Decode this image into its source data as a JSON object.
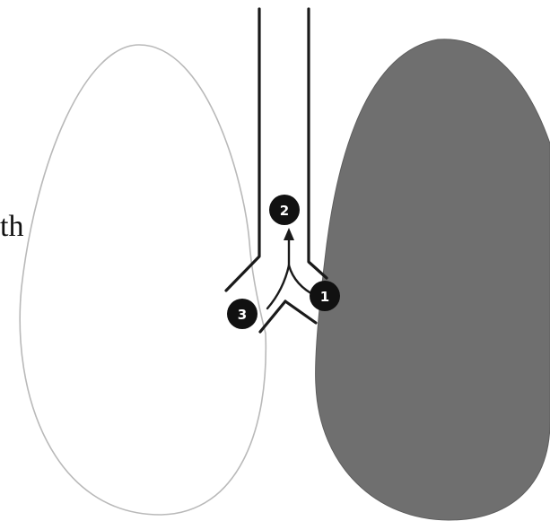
{
  "side_text": "th",
  "markers": [
    "2",
    "1",
    "3"
  ],
  "colors": {
    "left_lung_fill": "#ffffff",
    "left_lung_outline": "#b9b9b9",
    "right_lung_fill": "#6f6f6f",
    "airway": "#1a1a1a",
    "marker_fill": "#111111",
    "marker_text": "#ffffff"
  }
}
